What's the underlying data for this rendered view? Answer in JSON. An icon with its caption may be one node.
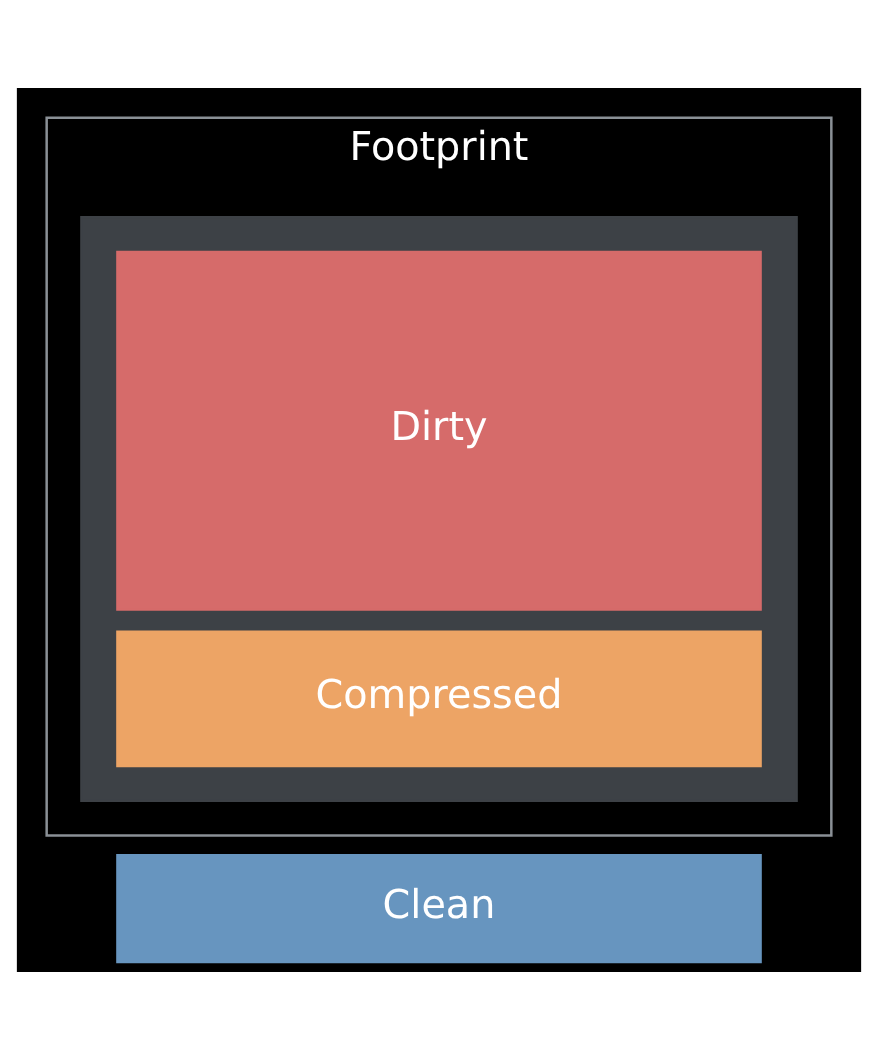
{
  "diagram": {
    "nodes": [
      {
        "text": [
          "Footprint"
        ]
      },
      {
        "text": [],
        "shape": "box",
        "in": 0
      },
      {
        "text": [
          "Dirty"
        ],
        "in": 1
      },
      {
        "text": [
          "Compressed"
        ],
        "in": 1
      },
      {
        "text": [
          "Clean"
        ]
      }
    ]
  }
}
